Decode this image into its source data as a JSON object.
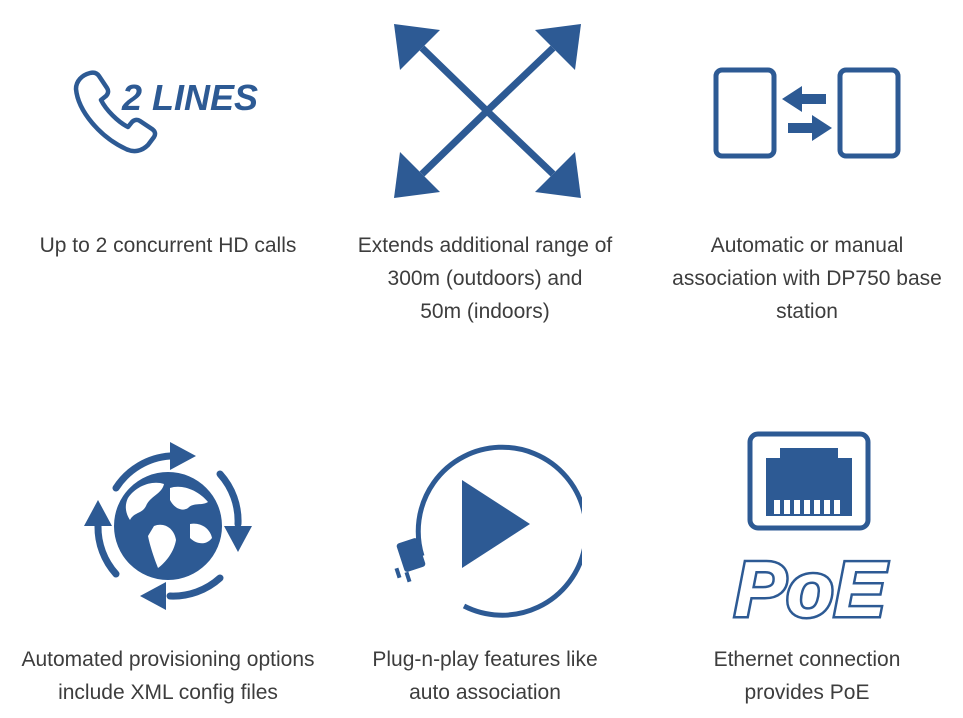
{
  "colors": {
    "icon_blue": "#2d5a94",
    "icon_blue_light": "#3b6aa6",
    "text": "#3d3d3d",
    "background": "#ffffff"
  },
  "features": [
    {
      "icon": "phone-2-lines-icon",
      "icon_text": "2 LINES",
      "caption": "Up to 2 concurrent HD calls"
    },
    {
      "icon": "range-arrows-icon",
      "caption": "Extends additional range of\n300m (outdoors) and\n50m (indoors)"
    },
    {
      "icon": "base-association-icon",
      "caption": "Automatic or manual\nassociation with DP750 base\nstation"
    },
    {
      "icon": "globe-provisioning-icon",
      "caption": "Automated provisioning options\ninclude XML config files"
    },
    {
      "icon": "plug-play-icon",
      "caption": "Plug-n-play features like\nauto association"
    },
    {
      "icon": "ethernet-poe-icon",
      "icon_text": "PoE",
      "caption": "Ethernet connection\nprovides PoE"
    }
  ]
}
